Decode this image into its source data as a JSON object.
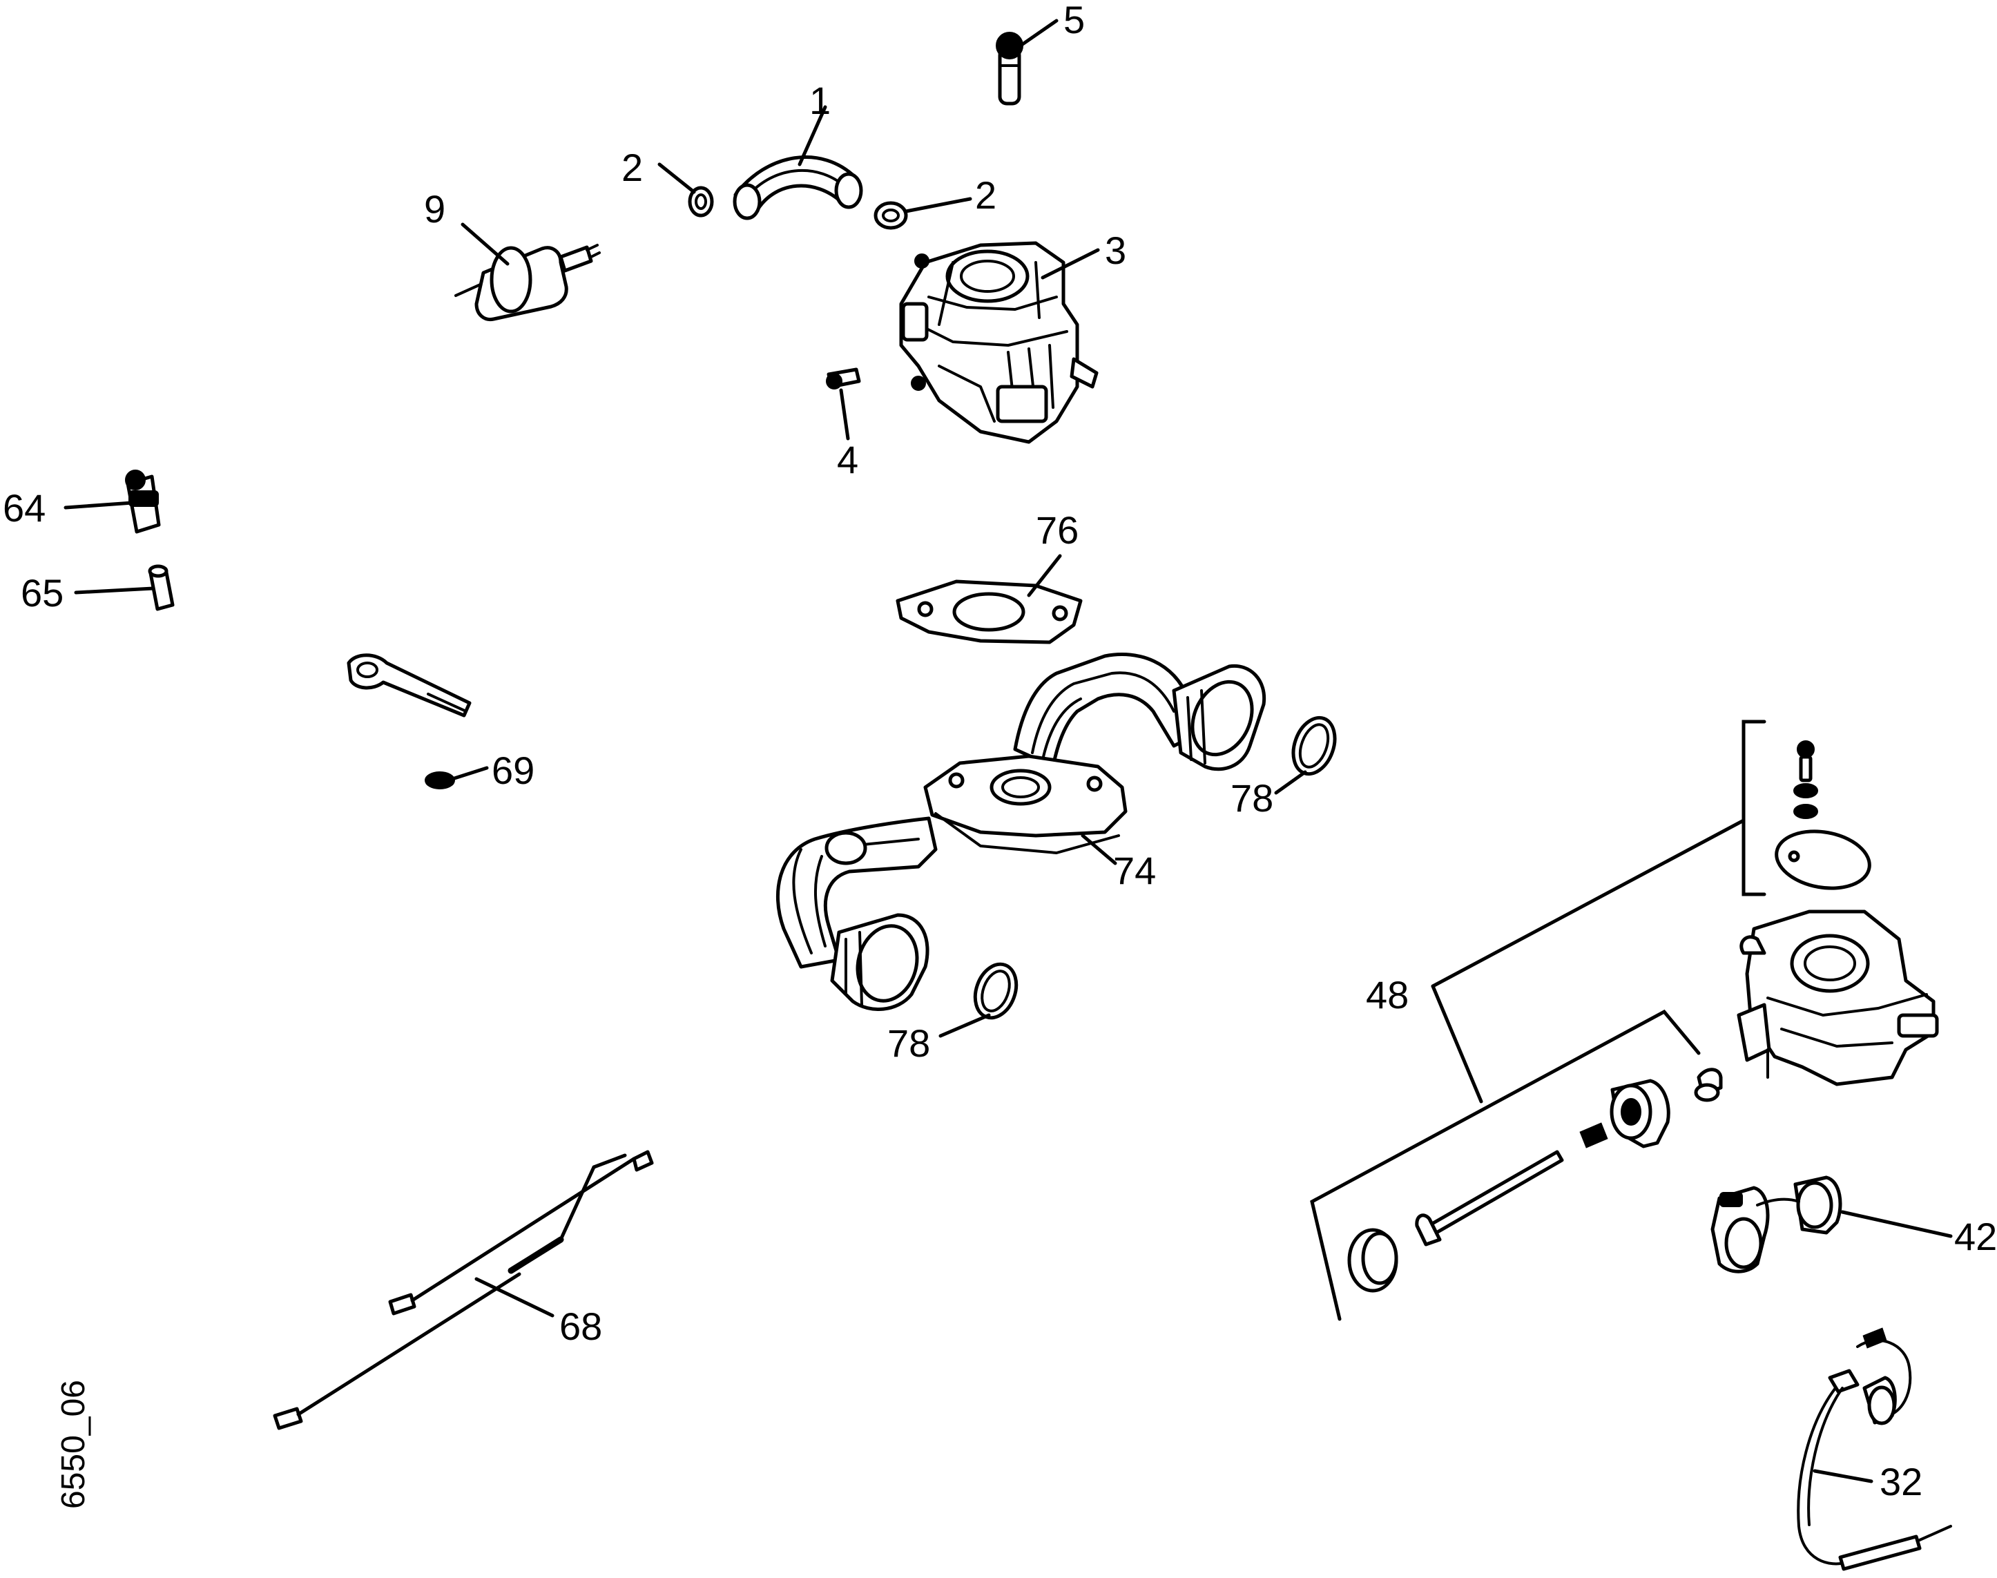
{
  "diagram": {
    "drawing_code": "6550_06",
    "callouts": [
      "1",
      "2",
      "2",
      "3",
      "4",
      "5",
      "9",
      "64",
      "65",
      "69",
      "76",
      "74",
      "78",
      "78",
      "68",
      "48",
      "42",
      "32"
    ]
  }
}
